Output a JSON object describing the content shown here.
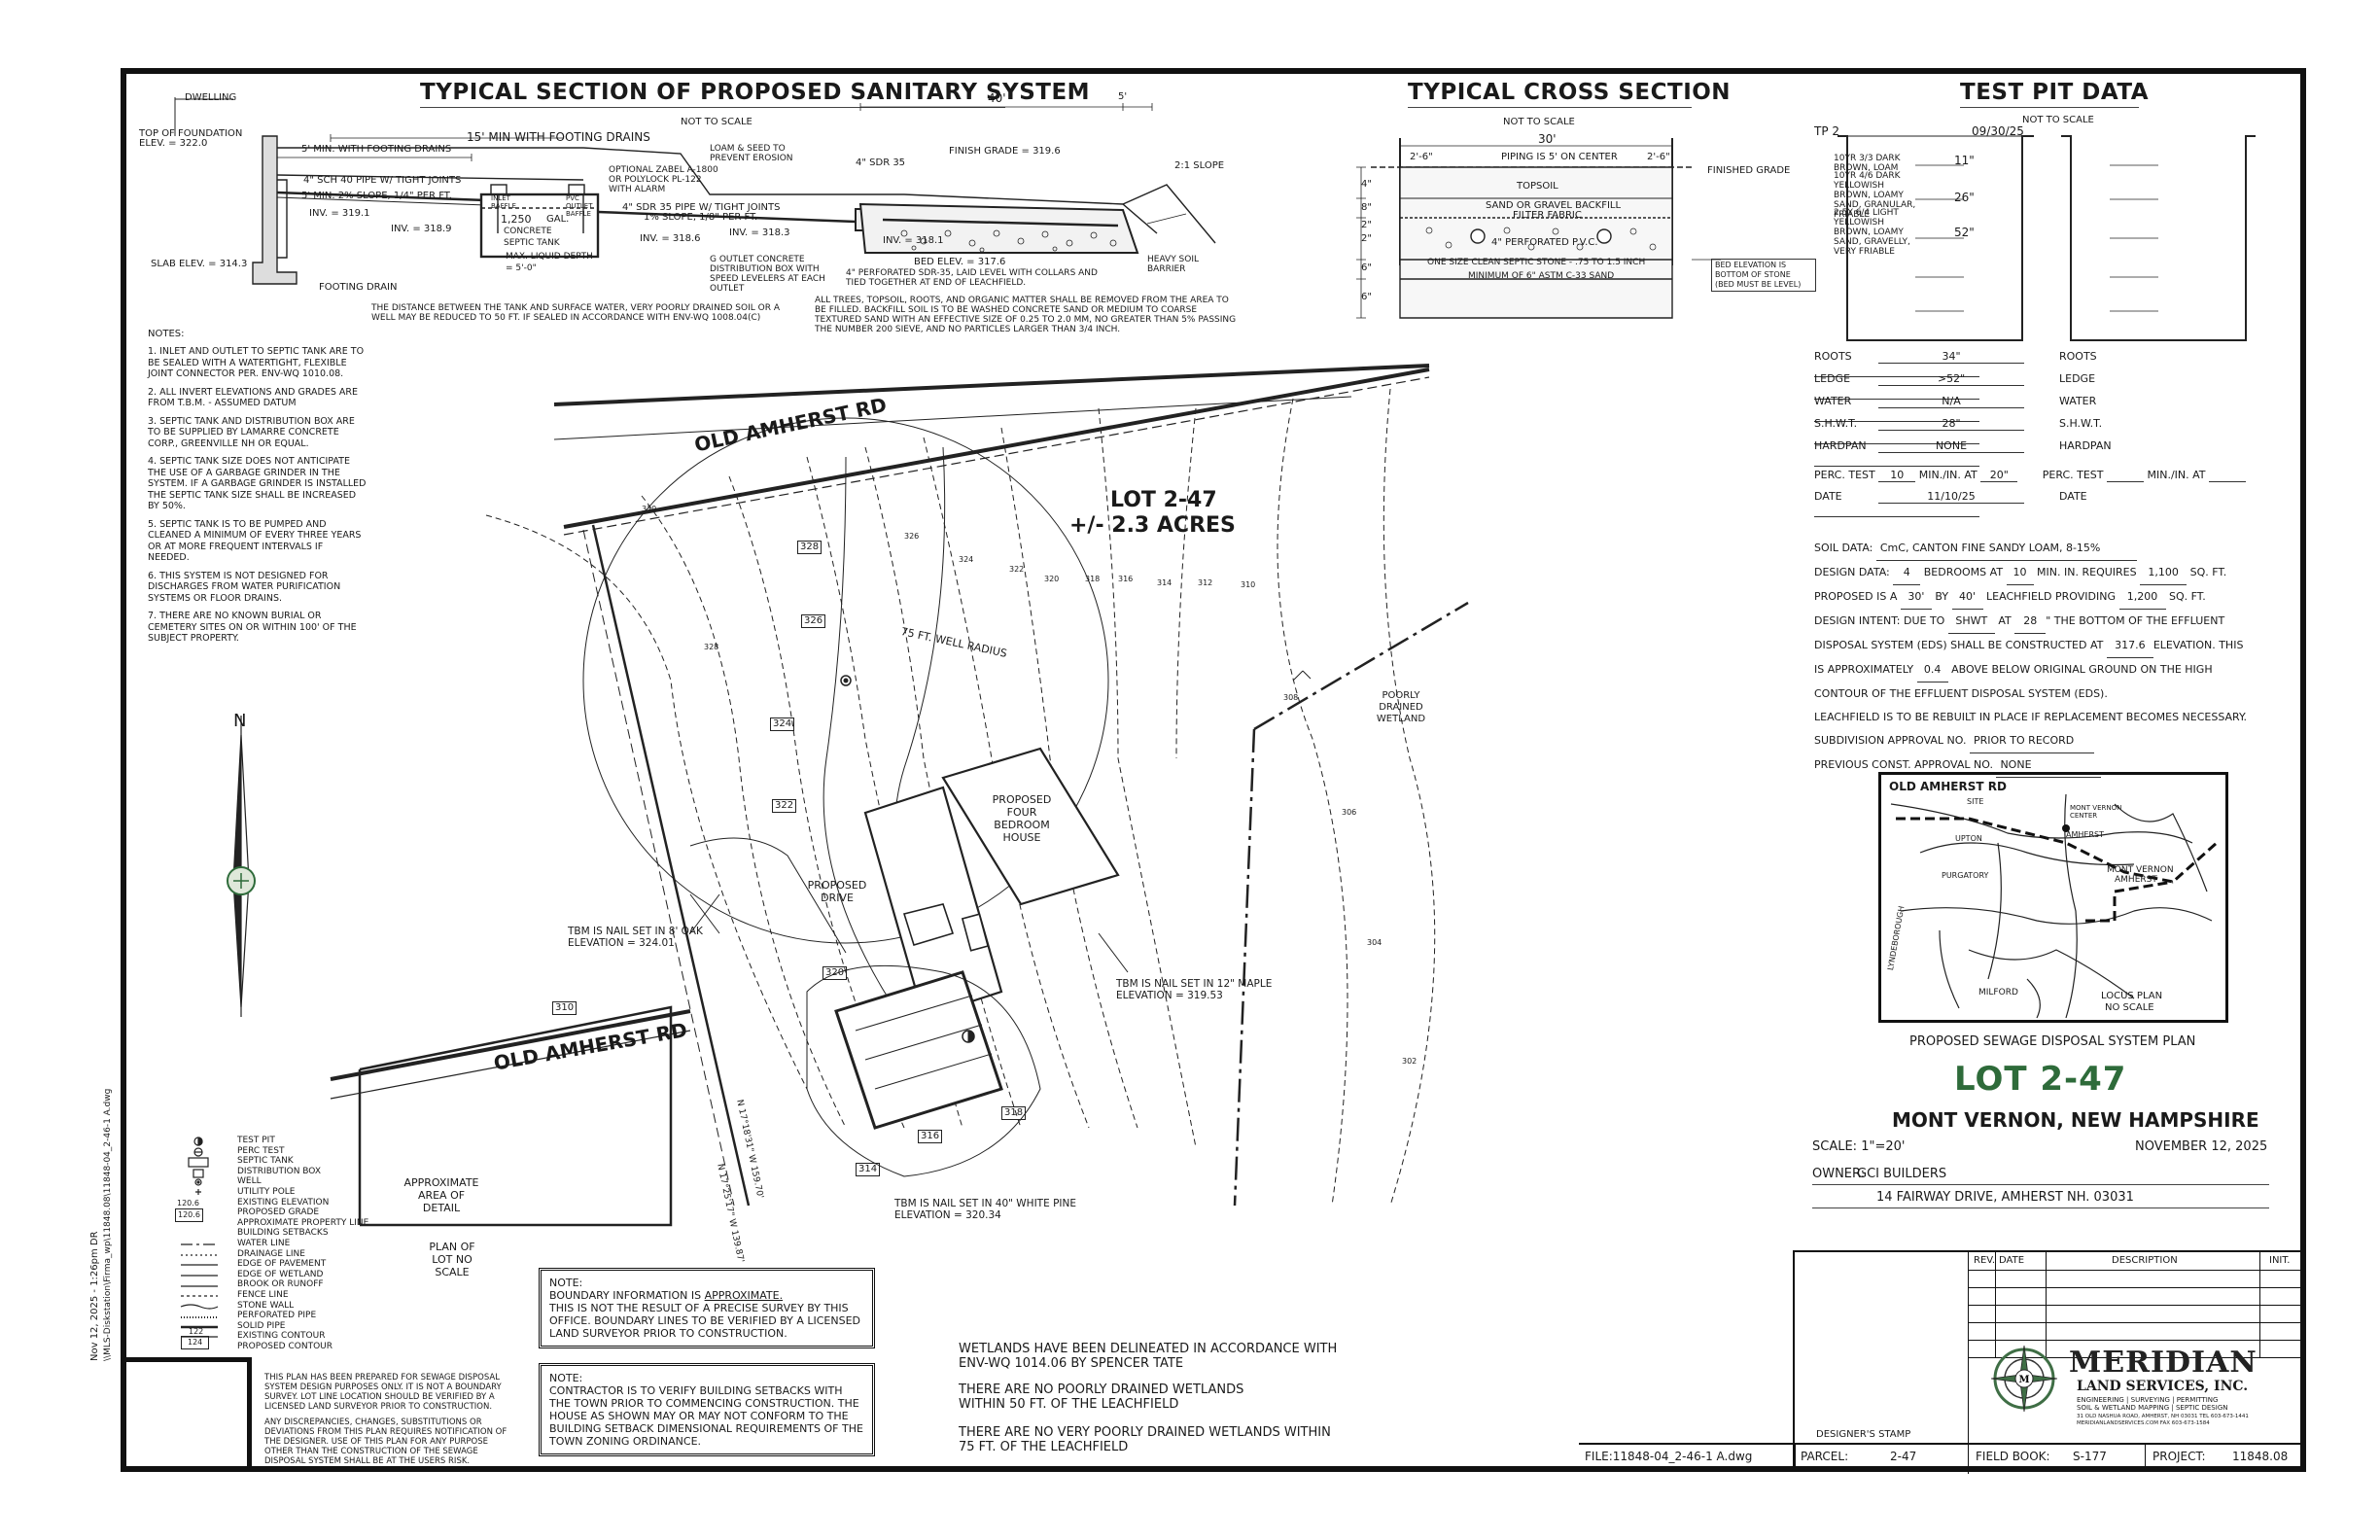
{
  "headers": {
    "sanitary": "TYPICAL SECTION OF PROPOSED SANITARY SYSTEM",
    "cross": "TYPICAL CROSS SECTION",
    "testpit": "TEST PIT DATA"
  },
  "sanitary_section": {
    "not_to_scale": "NOT TO SCALE",
    "dwelling": "DWELLING",
    "top_foundation": "TOP OF FOUNDATION",
    "top_foundation_elev": "ELEV. = 322.0",
    "slab_elev": "SLAB ELEV. = 314.3",
    "footing_drain": "FOOTING DRAIN",
    "min_with_drains": "5' MIN. WITH FOOTING DRAINS",
    "min_15": "15' MIN WITH FOOTING DRAINS",
    "pipe1": "4\" SCH 40 PIPE W/ TIGHT JOINTS",
    "slope1": "5' MIN. 2% SLOPE, 1/4\" PER FT.",
    "inv1": "INV. = 319.1",
    "inv2": "INV. = 318.9",
    "tank_cap": "1,250",
    "tank_gal": "GAL.",
    "tank_name": "CONCRETE SEPTIC TANK",
    "max_liquid": "MAX. LIQUID DEPTH = 5'-0\"",
    "inlet_baffle": "INLET BAFFLE",
    "outlet_baffle": "PVC OUTLET BAFFLE",
    "optional_filter": "OPTIONAL ZABEL A-1800 OR POLYLOCK PL-122 WITH ALARM",
    "loam_seed": "LOAM & SEED TO PREVENT EROSION",
    "pipe2": "4\" SDR 35 PIPE W/ TIGHT JOINTS",
    "slope2": "1% SLOPE, 1/8\" PER FT.",
    "inv3": "INV. = 318.6",
    "inv4": "INV. = 318.3",
    "inv5": "INV. = 318.1",
    "dbox": "G OUTLET CONCRETE DISTRIBUTION BOX WITH SPEED LEVELERS AT EACH OUTLET",
    "len40": "40'",
    "len5": "5'",
    "sdr35": "4\" SDR 35",
    "finish_grade": "FINISH GRADE = 319.6",
    "bed_elev": "BED ELEV. = 317.6",
    "perf_pipe": "4\" PERFORATED SDR-35, LAID LEVEL WITH COLLARS AND TIED TOGETHER AT END OF LEACHFIELD.",
    "slope21": "2:1 SLOPE",
    "heavy_soil": "HEAVY SOIL BARRIER",
    "distance_note": "THE DISTANCE BETWEEN THE TANK AND SURFACE WATER, VERY POORLY DRAINED SOIL OR A WELL MAY BE REDUCED TO 50 FT. IF SEALED IN ACCORDANCE WITH ENV-WQ 1008.04(C)",
    "trees_note": "ALL TREES, TOPSOIL, ROOTS, AND ORGANIC MATTER SHALL BE REMOVED FROM THE AREA TO BE FILLED. BACKFILL SOIL IS TO BE WASHED CONCRETE SAND OR MEDIUM TO COARSE TEXTURED SAND WITH AN EFFECTIVE SIZE OF 0.25 TO 2.0 MM, NO GREATER THAN 5% PASSING THE NUMBER 200 SIEVE, AND NO PARTICLES LARGER THAN 3/4 INCH."
  },
  "cross_section": {
    "not_to_scale": "NOT TO SCALE",
    "width": "30'",
    "left_dim": "2'-6\"",
    "right_dim": "2'-6\"",
    "piping": "PIPING IS 5' ON CENTER",
    "finished_grade": "FINISHED GRADE",
    "topsoil": "TOPSOIL",
    "backfill": "SAND OR GRAVEL BACKFILL",
    "filter": "FILTER FABRIC",
    "perf": "4\" PERFORATED P.V.C.",
    "stone": "ONE SIZE CLEAN SEPTIC STONE - .75 TO 1.5 INCH",
    "sand": "MINIMUM OF 6\" ASTM C-33 SAND",
    "bed_note": "BED ELEVATION IS BOTTOM OF STONE (BED MUST BE LEVEL)",
    "dims": [
      "4\"",
      "8\"",
      "2\"",
      "2\"",
      "6\"",
      "6\""
    ]
  },
  "test_pit": {
    "not_to_scale": "NOT TO SCALE",
    "id": "TP 2",
    "date": "09/30/25",
    "layers": [
      {
        "desc": "10YR 3/3 DARK BROWN, LOAM",
        "depth": "11\""
      },
      {
        "desc": "10YR 4/6 DARK YELLOWISH BROWN, LOAMY SAND, GRANULAR, FRIABLE",
        "depth": "26\""
      },
      {
        "desc": "2.5Y 6/4 LIGHT YELLOWISH BROWN, LOAMY SAND, GRAVELLY, VERY FRIABLE",
        "depth": "52\""
      }
    ],
    "rows": [
      {
        "label": "ROOTS",
        "value": "34\""
      },
      {
        "label": "LEDGE",
        "value": ">52\""
      },
      {
        "label": "WATER",
        "value": "N/A"
      },
      {
        "label": "S.H.W.T.",
        "value": "28\""
      },
      {
        "label": "HARDPAN",
        "value": "NONE"
      }
    ],
    "perc_label": "PERC. TEST",
    "perc_value": "10",
    "perc_unit": "MIN./IN. AT",
    "perc_at": "20\"",
    "date_label": "DATE",
    "perc_date": "11/10/25",
    "perc_unit2": "MIN./IN. AT"
  },
  "soil": {
    "soil_data_label": "SOIL DATA:",
    "soil_data": "CmC, CANTON FINE SANDY LOAM, 8-15%",
    "design_data_label": "DESIGN DATA:",
    "bedrooms": "4",
    "bedrooms_label": "BEDROOMS AT",
    "min": "10",
    "min_label": "MIN. IN. REQUIRES",
    "requires": "1,100",
    "sqft": "SQ. FT.",
    "proposed_label": "PROPOSED IS A",
    "dim_a": "30'",
    "by": "BY",
    "dim_b": "40'",
    "leach_label": "LEACHFIELD PROVIDING",
    "providing": "1,200",
    "intent_label": "DESIGN INTENT: DUE TO",
    "shwt": "SHWT",
    "at": "AT",
    "shwt_depth": "28",
    "intent_rest": "\" THE BOTTOM OF THE EFFLUENT",
    "eds_line": "DISPOSAL SYSTEM (EDS) SHALL BE CONSTRUCTED AT",
    "eds_elev": "317.6",
    "eds_line_end": "ELEVATION. THIS",
    "approx_label": "IS APPROXIMATELY",
    "approx": "0.4",
    "approx_rest": "ABOVE BELOW ORIGINAL GROUND ON THE HIGH",
    "contour_line": "CONTOUR OF THE EFFLUENT DISPOSAL SYSTEM (EDS).",
    "rebuild": "LEACHFIELD IS TO BE REBUILT IN PLACE IF REPLACEMENT BECOMES NECESSARY.",
    "subdiv_label": "SUBDIVISION APPROVAL NO.",
    "subdiv": "PRIOR TO RECORD",
    "prev_label": "PREVIOUS CONST. APPROVAL NO.",
    "prev": "NONE"
  },
  "locus": {
    "road": "OLD AMHERST RD",
    "site": "SITE",
    "center": "MONT VERNON CENTER",
    "amherst": "AMHERST",
    "upton": "UPTON",
    "purgatory": "PURGATORY",
    "mont_vernon": "MONT VERNON",
    "amherst2": "AMHERST",
    "lyndeborough": "LYNDEBOROUGH",
    "milford": "MILFORD",
    "title": "LOCUS PLAN",
    "scale": "NO SCALE"
  },
  "title_block": {
    "plan_name": "PROPOSED SEWAGE DISPOSAL SYSTEM PLAN",
    "lot": "LOT 2-47",
    "town": "MONT VERNON, NEW HAMPSHIRE",
    "scale": "SCALE: 1\"=20'",
    "date": "NOVEMBER 12, 2025",
    "owner_label": "OWNER:",
    "owner": "GCI BUILDERS",
    "address": "14 FAIRWAY DRIVE, AMHERST NH. 03031",
    "rev_headers": [
      "REV.",
      "DATE",
      "DESCRIPTION",
      "INIT."
    ],
    "stamp": "DESIGNER'S STAMP",
    "company": "MERIDIAN",
    "company2": "LAND SERVICES, INC.",
    "services": "ENGINEERING | SURVEYING | PERMITTING",
    "services2": "SOIL & WETLAND MAPPING | SEPTIC DESIGN",
    "company_addr": "31 OLD NASHUA ROAD, AMHERST, NH 03031 TEL 603-673-1441",
    "company_web": "MERIDIANLANDSERVICES.COM FAX 603-673-1584",
    "file": "FILE:11848-04_2-46-1 A.dwg",
    "parcel_label": "PARCEL:",
    "parcel": "2-47",
    "book_label": "FIELD BOOK:",
    "book": "S-177",
    "project_label": "PROJECT:",
    "project": "11848.08"
  },
  "notes": {
    "title": "NOTES:",
    "items": [
      "1. INLET AND OUTLET TO SEPTIC TANK ARE TO BE SEALED WITH A WATERTIGHT, FLEXIBLE JOINT CONNECTOR PER. ENV-WQ 1010.08.",
      "2. ALL INVERT ELEVATIONS AND GRADES ARE FROM T.B.M. - ASSUMED DATUM",
      "3. SEPTIC TANK AND DISTRIBUTION BOX ARE TO BE SUPPLIED BY LAMARRE CONCRETE CORP., GREENVILLE NH OR EQUAL.",
      "4. SEPTIC TANK SIZE DOES NOT ANTICIPATE THE USE OF A GARBAGE GRINDER IN THE SYSTEM. IF A GARBAGE GRINDER IS INSTALLED THE SEPTIC TANK SIZE SHALL BE INCREASED BY 50%.",
      "5. SEPTIC TANK IS TO BE PUMPED AND CLEANED A MINIMUM OF EVERY THREE YEARS OR AT MORE FREQUENT INTERVALS IF NEEDED.",
      "6. THIS SYSTEM IS NOT DESIGNED FOR DISCHARGES FROM WATER PURIFICATION SYSTEMS OR FLOOR DRAINS.",
      "7. THERE ARE NO KNOWN BURIAL OR CEMETERY SITES ON OR WITHIN 100' OF THE SUBJECT PROPERTY."
    ]
  },
  "plan": {
    "road_top": "OLD AMHERST RD",
    "road_bottom": "OLD AMHERST RD",
    "lot": "LOT 2-47",
    "acres": "+/- 2.3 ACRES",
    "well_radius": "75 FT. WELL RADIUS",
    "house": "PROPOSED FOUR BEDROOM HOUSE",
    "drive": "PROPOSED DRIVE",
    "wetland": "POORLY DRAINED WETLAND",
    "tbm1": "TBM IS NAIL SET IN 8' OAK",
    "tbm1_elev": "ELEVATION = 324.01",
    "tbm2": "TBM IS NAIL SET IN 12\" MAPLE",
    "tbm2_elev": "ELEVATION = 319.53",
    "tbm3": "TBM IS NAIL SET IN 40\" WHITE PINE",
    "tbm3_elev": "ELEVATION = 320.34",
    "approx_area": "APPROXIMATE AREA OF DETAIL",
    "plan_of_lot": "PLAN OF LOT NO SCALE",
    "north": "N",
    "bearing1": "N 17°18'31\" W 159.70'",
    "bearing2": "N 17°25'17\" W 139.87'",
    "spot_elevs": [
      "328",
      "326",
      "324",
      "322",
      "320",
      "318",
      "316",
      "314",
      "310"
    ],
    "contours": [
      "330",
      "328",
      "326",
      "324",
      "322",
      "320",
      "318",
      "316",
      "314",
      "312",
      "310",
      "308",
      "306",
      "304",
      "302"
    ]
  },
  "legend": [
    "TEST PIT",
    "PERC TEST",
    "SEPTIC TANK",
    "DISTRIBUTION BOX",
    "WELL",
    "UTILITY POLE",
    "EXISTING ELEVATION",
    "PROPOSED GRADE",
    "APPROXIMATE PROPERTY LINE",
    "BUILDING SETBACKS",
    "WATER LINE",
    "DRAINAGE LINE",
    "EDGE OF PAVEMENT",
    "EDGE OF WETLAND",
    "BROOK OR RUNOFF",
    "FENCE LINE",
    "STONE WALL",
    "PERFORATED PIPE",
    "SOLID PIPE",
    "EXISTING CONTOUR",
    "PROPOSED CONTOUR"
  ],
  "legend_symbols": [
    "120.6",
    "120.6",
    "122",
    "124"
  ],
  "disclaimer": {
    "p1": "THIS PLAN HAS BEEN PREPARED FOR SEWAGE DISPOSAL SYSTEM DESIGN PURPOSES ONLY. IT IS NOT A BOUNDARY SURVEY. LOT LINE LOCATION SHOULD BE VERIFIED BY A LICENSED LAND SURVEYOR PRIOR TO CONSTRUCTION.",
    "p2": "ANY DISCREPANCIES, CHANGES, SUBSTITUTIONS OR DEVIATIONS FROM THIS PLAN REQUIRES NOTIFICATION OF THE DESIGNER. USE OF THIS PLAN FOR ANY PURPOSE OTHER THAN THE CONSTRUCTION OF THE SEWAGE DISPOSAL SYSTEM SHALL BE AT THE USERS RISK."
  },
  "boxnotes": {
    "b1_title": "NOTE:",
    "b1_a": "BOUNDARY INFORMATION IS",
    "b1_approx": "APPROXIMATE.",
    "b1_b": "THIS IS NOT THE RESULT OF A PRECISE SURVEY BY THIS OFFICE. BOUNDARY LINES TO BE VERIFIED BY A LICENSED LAND SURVEYOR PRIOR TO CONSTRUCTION.",
    "b2_title": "NOTE:",
    "b2": "CONTRACTOR IS TO VERIFY BUILDING SETBACKS WITH THE TOWN PRIOR TO COMMENCING CONSTRUCTION. THE HOUSE AS SHOWN MAY OR MAY NOT CONFORM TO THE BUILDING SETBACK DIMENSIONAL REQUIREMENTS OF THE TOWN ZONING ORDINANCE."
  },
  "wetland_notes": [
    "WETLANDS HAVE BEEN DELINEATED IN ACCORDANCE WITH ENV-WQ 1014.06 BY SPENCER TATE",
    "THERE ARE NO POORLY DRAINED WETLANDS WITHIN 50 FT. OF THE LEACHFIELD",
    "THERE ARE NO VERY POORLY DRAINED WETLANDS WITHIN 75 FT. OF THE LEACHFIELD"
  ],
  "side_stamp": "Nov 12, 2025 - 1:26pm   DR",
  "side_path": "\\\\MLS-Diskstation\\Firma_wp\\11848.08\\11848-04_2-46-1 A.dwg",
  "colors": {
    "ink": "#1a1a1a",
    "lot_green": "#2e6b3a",
    "logo_green": "#3f6e45"
  }
}
